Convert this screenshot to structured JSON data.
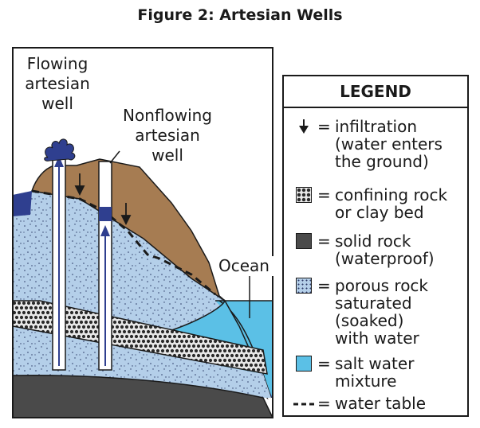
{
  "title": "Figure 2: Artesian Wells",
  "labels": {
    "flowing_well": "Flowing\nartesian\nwell",
    "nonflowing_well": "Nonflowing\nartesian\nwell",
    "ocean": "Ocean"
  },
  "legend": {
    "title": "LEGEND",
    "equals": "=",
    "items": [
      {
        "symbol": "infiltration-arrow-icon",
        "text": "infiltration\n(water enters\nthe ground)"
      },
      {
        "symbol": "confining-rock-swatch",
        "text": "confining rock\nor clay bed"
      },
      {
        "symbol": "solid-rock-swatch",
        "text": "solid rock\n(waterproof)"
      },
      {
        "symbol": "porous-rock-swatch",
        "text": "porous rock\nsaturated\n(soaked)\nwith water"
      },
      {
        "symbol": "salt-water-swatch",
        "text": "salt water\nmixture"
      },
      {
        "symbol": "water-table-line",
        "text": "water table"
      }
    ]
  },
  "colors": {
    "soil": "#a67c52",
    "porous_rock": "#b4cfe9",
    "confining_rock": "#e3e3e3",
    "solid_rock": "#4a4a4a",
    "salt_water": "#5bc0e6",
    "ocean": "#3b5ba9",
    "water_dark": "#2f3f8f"
  }
}
